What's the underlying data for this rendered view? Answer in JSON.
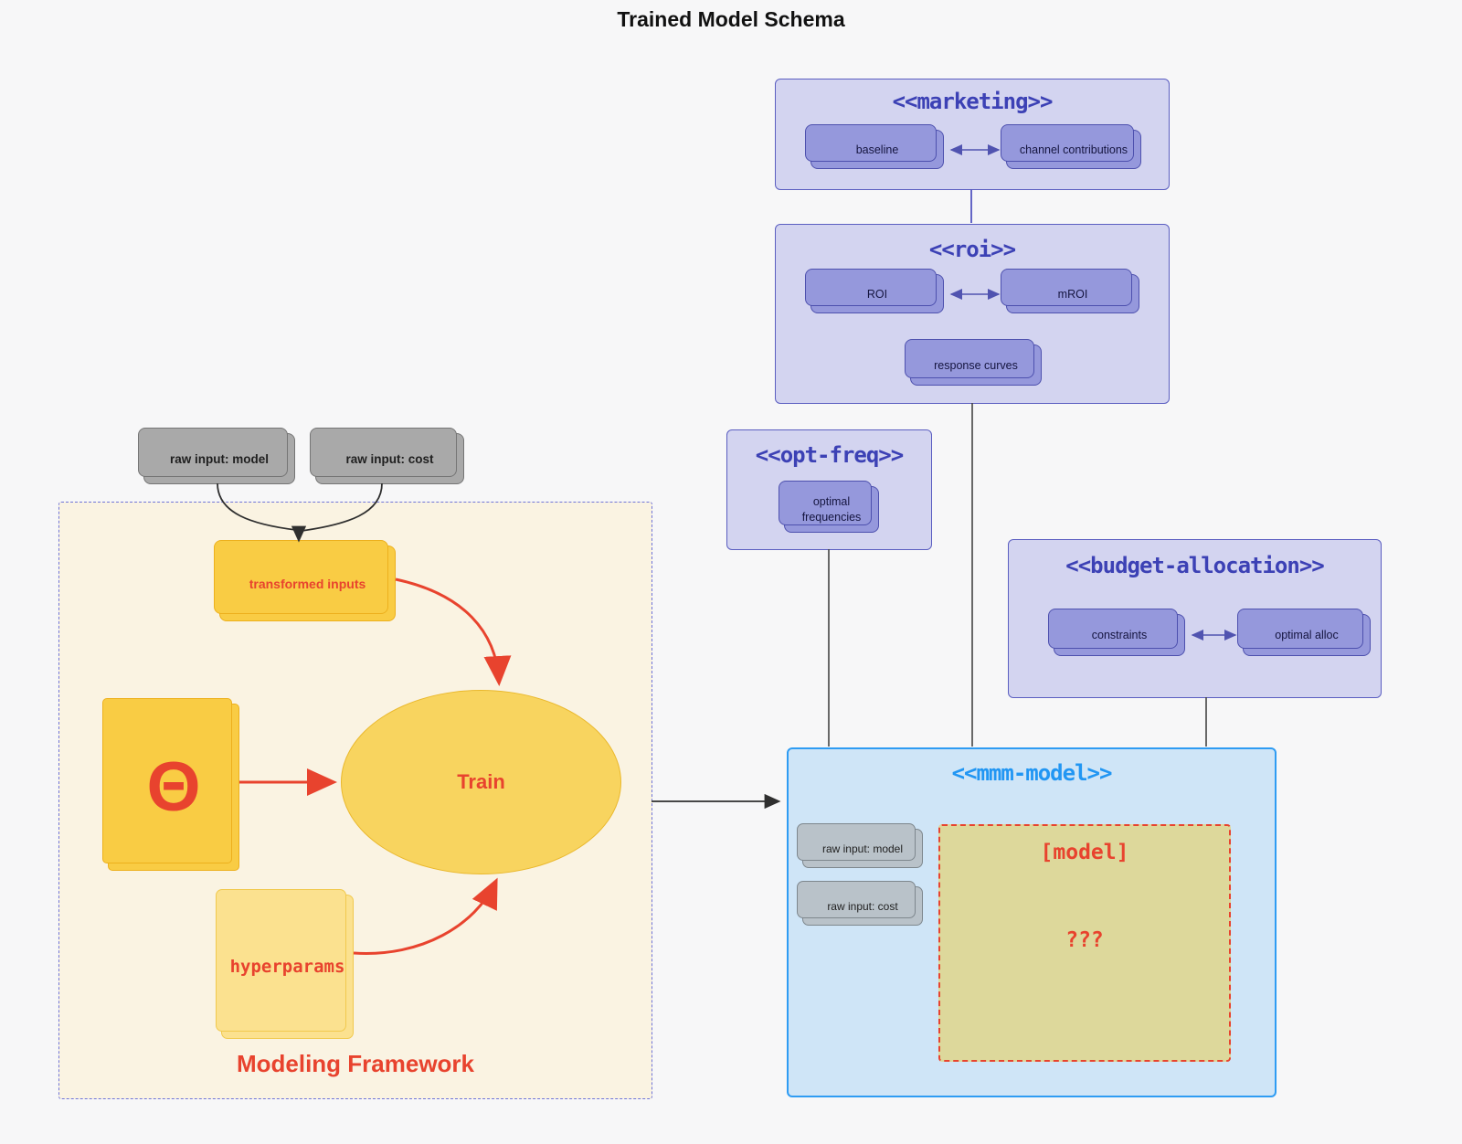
{
  "title": "Trained Model Schema",
  "colors": {
    "accent_red": "#e8432e",
    "purple_container": "#d3d4f0",
    "purple_node": "#9598dc",
    "indigo_title": "#3c41b5",
    "blue_title": "#2196f3",
    "mmm_fill": "#cfe5f7",
    "framework_fill": "#faf3e2",
    "yellow_node": "#f9cc44",
    "khaki_model": "#ddd89b",
    "gray_node": "#a9a9a9"
  },
  "inputs": {
    "model": "raw input: model",
    "cost": "raw input: cost"
  },
  "framework": {
    "label": "Modeling Framework",
    "nodes": {
      "transformed_inputs": "transformed inputs",
      "theta": "Θ",
      "train": "Train",
      "hyperparams": "hyperparams"
    }
  },
  "containers": {
    "marketing": {
      "title": "<<marketing>>",
      "nodes": {
        "baseline": "baseline",
        "channel_contributions": "channel contributions"
      }
    },
    "roi": {
      "title": "<<roi>>",
      "nodes": {
        "roi": "ROI",
        "mroi": "mROI",
        "response_curves": "response curves"
      }
    },
    "opt_freq": {
      "title": "<<opt-freq>>",
      "nodes": {
        "optimal_frequencies": "optimal frequencies"
      }
    },
    "budget_allocation": {
      "title": "<<budget-allocation>>",
      "nodes": {
        "constraints": "constraints",
        "optimal_alloc": "optimal alloc"
      }
    },
    "mmm_model": {
      "title": "<<mmm-model>>",
      "nodes": {
        "raw_model": "raw input: model",
        "raw_cost": "raw input: cost",
        "model_box": "[model]",
        "unknown": "???"
      }
    }
  }
}
